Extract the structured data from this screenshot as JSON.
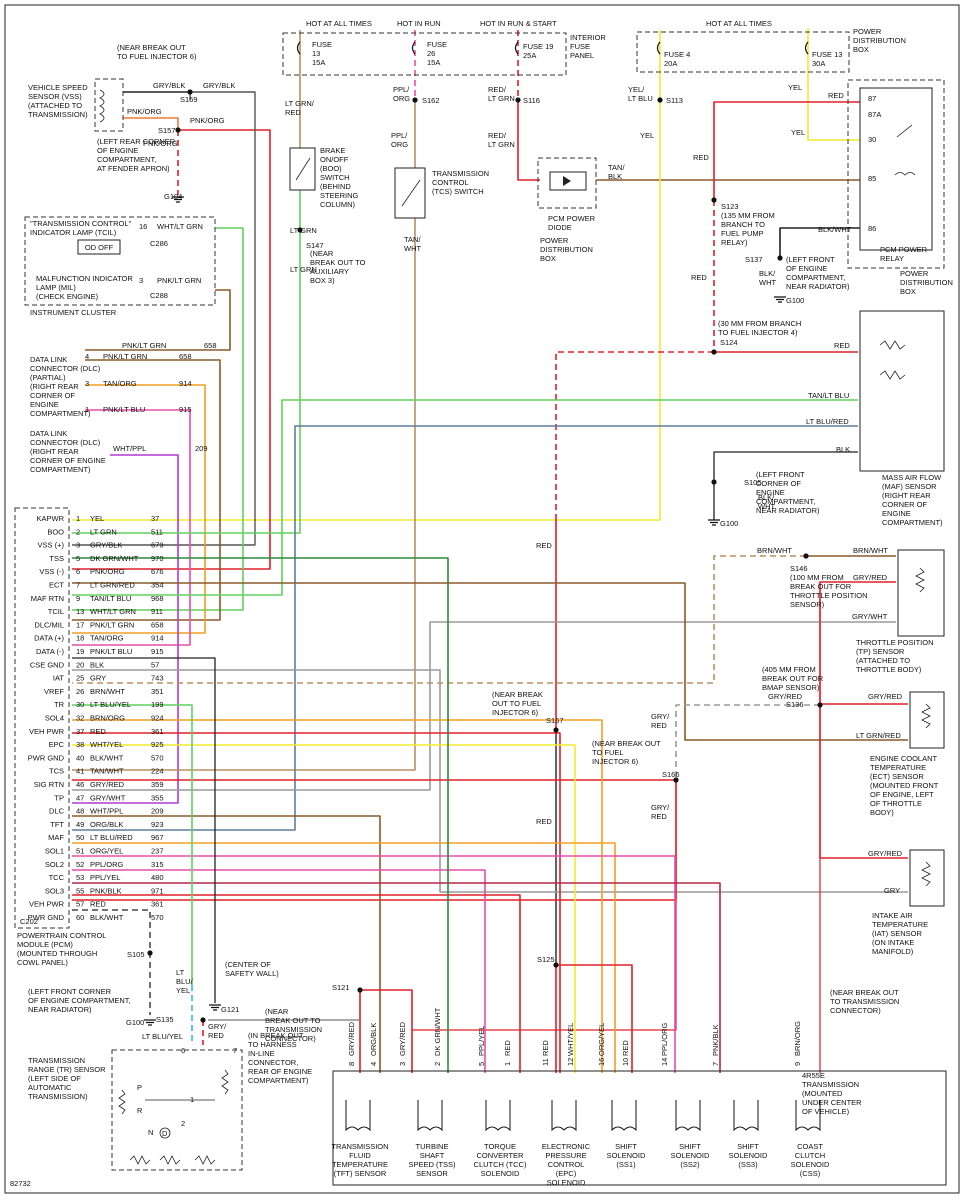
{
  "colors": {
    "background": "#ffffff",
    "ink": "#111111",
    "red": "#e0202a",
    "yellow": "#f2ea2e",
    "lt_grn": "#62d05e",
    "pnk_org": "#f07a3c",
    "tan": "#b89160",
    "brn": "#8b5a2b",
    "ltblu": "#35b7e8",
    "blk": "#222222",
    "pnk": "#e84ea8",
    "gry": "#9a9a9a",
    "org": "#f0a020",
    "ppl": "#b23ad0",
    "dkgrn": "#2a8a3a"
  },
  "figure_id": "82732",
  "top_labels": {
    "hot_all_times": "HOT AT ALL TIMES",
    "hot_in_run": "HOT IN RUN",
    "hot_run_start": "HOT IN RUN & START",
    "hot_all_times_2": "HOT AT ALL TIMES",
    "interior_fuse_panel": [
      "INTERIOR",
      "FUSE",
      "PANEL"
    ],
    "power_distribution_box": [
      "POWER",
      "DISTRIBUTION",
      "BOX"
    ]
  },
  "fuses": [
    {
      "id": "fuse13",
      "lines": [
        "FUSE",
        "13",
        "15A"
      ]
    },
    {
      "id": "fuse26",
      "lines": [
        "FUSE",
        "26",
        "15A"
      ]
    },
    {
      "id": "fuse19",
      "lines": [
        "FUSE 19",
        "25A"
      ]
    },
    {
      "id": "fuse4",
      "lines": [
        "FUSE 4",
        "20A"
      ]
    },
    {
      "id": "fuse13b",
      "lines": [
        "FUSE 13",
        "30A"
      ]
    }
  ],
  "splices": {
    "s169": "S169",
    "s157": "S157",
    "s162": "S162",
    "s116": "S116",
    "s113": "S113",
    "s147": "S147",
    "s123": "S123",
    "s137": "S137",
    "s124": "S124",
    "s105a": "S105",
    "s146": "S146",
    "s136": "S136",
    "s167": "S167",
    "s166": "S166",
    "s125": "S125",
    "s121": "S121",
    "s105b": "S105",
    "s135": "S135"
  },
  "grounds": {
    "g104": "G104",
    "g100a": "G100",
    "g100b": "G100",
    "g121": "G121",
    "g100c": "G100"
  },
  "components": {
    "vss": [
      "VEHICLE SPEED",
      "SENSOR (VSS)",
      "(ATTACHED TO",
      "TRANSMISSION)"
    ],
    "vss_note": [
      "(NEAR BREAK OUT",
      "TO FUEL INJECTOR 6)"
    ],
    "g104_note": [
      "(LEFT REAR CORNER",
      "OF ENGINE",
      "COMPARTMENT,",
      "AT FENDER APRON)"
    ],
    "tcil": [
      "\"TRANSMISSION CONTROL\"",
      "INDICATOR LAMP (TCIL)"
    ],
    "od_off": "OD OFF",
    "mil": [
      "MALFUNCTION INDICATOR",
      "LAMP (MIL)",
      "(CHECK ENGINE)"
    ],
    "instrument_cluster": "INSTRUMENT CLUSTER",
    "boo": [
      "BRAKE",
      "ON/OFF",
      "(BOO)",
      "SWITCH",
      "(BEHIND",
      "STEERING",
      "COLUMN)"
    ],
    "tcs": [
      "TRANSMISSION",
      "CONTROL",
      "(TCS) SWITCH"
    ],
    "s147_note": [
      "(NEAR",
      "BREAK OUT TO",
      "AUXILIARY",
      "BOX 3)"
    ],
    "pcm_diode": [
      "PCM POWER",
      "DIODE"
    ],
    "pdb_diode": [
      "POWER",
      "DISTRIBUTION",
      "BOX"
    ],
    "s123_note": [
      "(135 MM FROM",
      "BRANCH TO",
      "FUEL PUMP",
      "RELAY)"
    ],
    "s137_note": [
      "(LEFT FRONT",
      "OF ENGINE",
      "COMPARTMENT,",
      "NEAR RADIATOR)"
    ],
    "pcm_relay": [
      "PCM POWER",
      "RELAY"
    ],
    "pdb_relay": [
      "POWER",
      "DISTRIBUTION",
      "BOX"
    ],
    "s124_note": [
      "(30 MM FROM BRANCH",
      "TO FUEL INJECTOR 4)"
    ],
    "s105_note": [
      "(LEFT FRONT",
      "CORNER OF",
      "ENGINE",
      "COMPARTMENT,",
      "NEAR RADIATOR)"
    ],
    "maf": [
      "MASS AIR FLOW",
      "(MAF) SENSOR",
      "(RIGHT REAR",
      "CORNER OF",
      "ENGINE",
      "COMPARTMENT)"
    ],
    "dlc1": [
      "DATA LINK",
      "CONNECTOR (DLC)",
      "(PARTIAL)",
      "(RIGHT REAR",
      "CORNER OF",
      "ENGINE",
      "COMPARTMENT)"
    ],
    "dlc2": [
      "DATA LINK",
      "CONNECTOR (DLC)",
      "(RIGHT REAR",
      "CORNER OF ENGINE",
      "COMPARTMENT)"
    ],
    "s146_note": [
      "(100 MM FROM",
      "BREAK OUT FOR",
      "THROTTLE POSITION",
      "SENSOR)"
    ],
    "tp": [
      "THROTTLE POSITION",
      "(TP) SENSOR",
      "(ATTACHED TO",
      "THROTTLE BODY)"
    ],
    "s136_note": [
      "(405 MM FROM",
      "BREAK OUT FOR",
      "BMAP SENSOR)"
    ],
    "ect": [
      "ENGINE COOLANT",
      "TEMPERATURE",
      "(ECT) SENSOR",
      "(MOUNTED FRONT",
      "OF ENGINE, LEFT",
      "OF THROTTLE",
      "BODY)"
    ],
    "iat": [
      "INTAKE AIR",
      "TEMPERATURE",
      "(IAT) SENSOR",
      "(ON INTAKE",
      "MANIFOLD)"
    ],
    "s167_note": [
      "(NEAR BREAK",
      "OUT TO FUEL",
      "INJECTOR 6)"
    ],
    "s166_note": [
      "(NEAR BREAK OUT",
      "TO FUEL",
      "INJECTOR 6)"
    ],
    "pcm": [
      "POWERTRAIN CONTROL",
      "MODULE (PCM)",
      "(MOUNTED THROUGH",
      "COWL PANEL)"
    ],
    "g100_note": [
      "(LEFT FRONT CORNER",
      "OF ENGINE COMPARTMENT,",
      "NEAR RADIATOR)"
    ],
    "g121_note": [
      "(CENTER OF",
      "SAFETY WALL)"
    ],
    "s121_note": [
      "(NEAR",
      "BREAK OUT TO",
      "TRANSMISSION",
      "CONNECTOR)"
    ],
    "s135_note": [
      "(IN BREAK OUT",
      "TO HARNESS",
      "IN-LINE",
      "CONNECTOR,",
      "REAR OF ENGINE",
      "COMPARTMENT)"
    ],
    "s125_note": [
      "(NEAR BREAK OUT",
      "TO TRANSMISSION",
      "CONNECTOR)"
    ],
    "tr": [
      "TRANSMISSION",
      "RANGE (TR) SENSOR",
      "(LEFT SIDE OF",
      "AUTOMATIC",
      "TRANSMISSION)"
    ],
    "trans": [
      "4R55E",
      "TRANSMISSION",
      "(MOUNTED",
      "UNDER CENTER",
      "OF VEHICLE)"
    ]
  },
  "c202": "C202",
  "c286": "C286",
  "c288": "C288",
  "pcm_pins": [
    {
      "name": "KAPWR",
      "pin": "1",
      "wire": "YEL",
      "circuit": "37"
    },
    {
      "name": "BOO",
      "pin": "2",
      "wire": "LT GRN",
      "circuit": "511"
    },
    {
      "name": "VSS (+)",
      "pin": "3",
      "wire": "GRY/BLK",
      "circuit": "679"
    },
    {
      "name": "TSS",
      "pin": "5",
      "wire": "DK GRN/WHT",
      "circuit": "970"
    },
    {
      "name": "VSS (-)",
      "pin": "6",
      "wire": "PNK/ORG",
      "circuit": "676"
    },
    {
      "name": "ECT",
      "pin": "7",
      "wire": "LT GRN/RED",
      "circuit": "354"
    },
    {
      "name": "MAF RTN",
      "pin": "9",
      "wire": "TAN/LT BLU",
      "circuit": "968"
    },
    {
      "name": "TCIL",
      "pin": "13",
      "wire": "WHT/LT GRN",
      "circuit": "911"
    },
    {
      "name": "DLC/MIL",
      "pin": "17",
      "wire": "PNK/LT GRN",
      "circuit": "658"
    },
    {
      "name": "DATA (+)",
      "pin": "18",
      "wire": "TAN/ORG",
      "circuit": "914"
    },
    {
      "name": "DATA (-)",
      "pin": "19",
      "wire": "PNK/LT BLU",
      "circuit": "915"
    },
    {
      "name": "CSE GND",
      "pin": "20",
      "wire": "BLK",
      "circuit": "57"
    },
    {
      "name": "IAT",
      "pin": "25",
      "wire": "GRY",
      "circuit": "743"
    },
    {
      "name": "VREF",
      "pin": "26",
      "wire": "BRN/WHT",
      "circuit": "351"
    },
    {
      "name": "TR",
      "pin": "30",
      "wire": "LT BLU/YEL",
      "circuit": "199"
    },
    {
      "name": "SOL4",
      "pin": "32",
      "wire": "BRN/ORG",
      "circuit": "924"
    },
    {
      "name": "VEH PWR",
      "pin": "37",
      "wire": "RED",
      "circuit": "361"
    },
    {
      "name": "EPC",
      "pin": "38",
      "wire": "WHT/YEL",
      "circuit": "925"
    },
    {
      "name": "PWR GND",
      "pin": "40",
      "wire": "BLK/WHT",
      "circuit": "570"
    },
    {
      "name": "TCS",
      "pin": "41",
      "wire": "TAN/WHT",
      "circuit": "224"
    },
    {
      "name": "SIG RTN",
      "pin": "46",
      "wire": "GRY/RED",
      "circuit": "359"
    },
    {
      "name": "TP",
      "pin": "47",
      "wire": "GRY/WHT",
      "circuit": "355"
    },
    {
      "name": "DLC",
      "pin": "48",
      "wire": "WHT/PPL",
      "circuit": "209"
    },
    {
      "name": "TFT",
      "pin": "49",
      "wire": "ORG/BLK",
      "circuit": "923"
    },
    {
      "name": "MAF",
      "pin": "50",
      "wire": "LT BLU/RED",
      "circuit": "967"
    },
    {
      "name": "SOL1",
      "pin": "51",
      "wire": "ORG/YEL",
      "circuit": "237"
    },
    {
      "name": "SOL2",
      "pin": "52",
      "wire": "PPL/ORG",
      "circuit": "315"
    },
    {
      "name": "TCC",
      "pin": "53",
      "wire": "PPL/YEL",
      "circuit": "480"
    },
    {
      "name": "SOL3",
      "pin": "55",
      "wire": "PNK/BLK",
      "circuit": "971"
    },
    {
      "name": "VEH PWR",
      "pin": "57",
      "wire": "RED",
      "circuit": "361"
    },
    {
      "name": "PWR GND",
      "pin": "60",
      "wire": "BLK/WHT",
      "circuit": "570"
    }
  ],
  "dlc_wires": [
    {
      "pin": "16",
      "wire": "WHT/LT GRN",
      "circuit": ""
    },
    {
      "pin": "3",
      "wire": "PNK/LT GRN",
      "circuit": ""
    },
    {
      "pin": "",
      "wire": "PNK/LT GRN",
      "circuit": "658"
    },
    {
      "pin": "4",
      "wire": "PNK/LT GRN",
      "circuit": "658"
    },
    {
      "pin": "3",
      "wire": "TAN/ORG",
      "circuit": "914"
    },
    {
      "pin": "1",
      "wire": "PNK/LT BLU",
      "circuit": "915"
    },
    {
      "pin": "",
      "wire": "WHT/PPL",
      "circuit": "209"
    }
  ],
  "wire_labels": {
    "gry_blk": "GRY/BLK",
    "pnk_org": "PNK/ORG",
    "ltgrn": "LT GRN",
    "ltgrn_red": [
      "LT GRN/",
      "RED"
    ],
    "ppl_org": [
      "PPL/",
      "ORG"
    ],
    "red_ltgrn": [
      "RED/",
      "LT GRN"
    ],
    "yel_ltblu": [
      "YEL/",
      "LT BLU"
    ],
    "yel": "YEL",
    "red": "RED",
    "tan_blk": [
      "TAN/",
      "BLK"
    ],
    "blk_wht": "BLK/WHT",
    "blk_wht2": [
      "BLK/",
      "WHT"
    ],
    "tan_wht": [
      "TAN/",
      "WHT"
    ],
    "tan_ltblu": "TAN/LT BLU",
    "ltblu_red": "LT BLU/RED",
    "blk": "BLK",
    "brn_wht": "BRN/WHT",
    "gry_red": "GRY/RED",
    "gry_wht": "GRY/WHT",
    "ltgrn_red2": "LT GRN/RED",
    "gry": "GRY",
    "gry_red2": [
      "GRY/",
      "RED"
    ],
    "ltblu_yel": [
      "LT",
      "BLU/",
      "YEL"
    ],
    "ltblu_yel2": "LT BLU/YEL"
  },
  "relay_pins": [
    "87",
    "87A",
    "30",
    "85",
    "86"
  ],
  "trans_connector_pins": [
    {
      "pin": "8",
      "wire": "GRY/RED"
    },
    {
      "pin": "4",
      "wire": "ORG/BLK"
    },
    {
      "pin": "3",
      "wire": "GRY/RED"
    },
    {
      "pin": "2",
      "wire": "DK GRN/WHT"
    },
    {
      "pin": "5",
      "wire": "PPL/YEL"
    },
    {
      "pin": "1",
      "wire": "RED"
    },
    {
      "pin": "11",
      "wire": "RED"
    },
    {
      "pin": "12",
      "wire": "WHT/YEL"
    },
    {
      "pin": "16",
      "wire": "ORG/YEL"
    },
    {
      "pin": "10",
      "wire": "RED"
    },
    {
      "pin": "14",
      "wire": "PPL/ORG"
    },
    {
      "pin": "7",
      "wire": "PNK/BLK"
    },
    {
      "pin": "9",
      "wire": "BRN/ORG"
    }
  ],
  "solenoids": [
    [
      "TRANSMISSION",
      "FLUID",
      "TEMPERATURE",
      "(TFT) SENSOR"
    ],
    [
      "TURBINE",
      "SHAFT",
      "SPEED (TSS)",
      "SENSOR"
    ],
    [
      "TORQUE",
      "CONVERTER",
      "CLUTCH (TCC)",
      "SOLENOID"
    ],
    [
      "ELECTRONIC",
      "PRESSURE",
      "CONTROL",
      "(EPC)",
      "SOLENOID"
    ],
    [
      "SHIFT",
      "SOLENOID",
      "(SS1)"
    ],
    [
      "SHIFT",
      "SOLENOID",
      "(SS2)"
    ],
    [
      "SHIFT",
      "SOLENOID",
      "(SS3)"
    ],
    [
      "COAST",
      "CLUTCH",
      "SOLENOID",
      "(CSS)"
    ]
  ],
  "tr_labels": {
    "p": "P",
    "r": "R",
    "n": "N",
    "d": "D",
    "one": "1",
    "two": "2",
    "pin6": "6",
    "pin7": "7"
  }
}
